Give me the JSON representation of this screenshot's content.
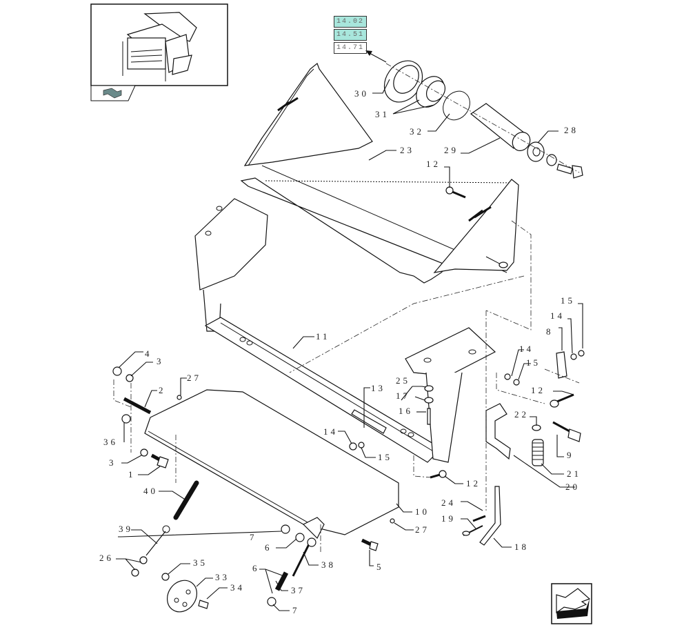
{
  "diagram": {
    "type": "exploded-parts-diagram",
    "reference_links": [
      {
        "label": "14.02",
        "highlighted": true
      },
      {
        "label": "14.51",
        "highlighted": true
      },
      {
        "label": "14.71",
        "highlighted": false
      }
    ],
    "colors": {
      "highlight": "#a8e6dc",
      "line": "#111111",
      "background": "#ffffff"
    },
    "overview_thumbnail": {
      "icon": "machine-overview-icon",
      "nav_icon": "previous-page-arrow-icon"
    },
    "next_page_icon": "next-page-arrow-icon",
    "callouts": [
      {
        "id": "c30",
        "label": "30"
      },
      {
        "id": "c31",
        "label": "31"
      },
      {
        "id": "c32",
        "label": "32"
      },
      {
        "id": "c28",
        "label": "28"
      },
      {
        "id": "c29",
        "label": "29"
      },
      {
        "id": "c23",
        "label": "23"
      },
      {
        "id": "c12a",
        "label": "12"
      },
      {
        "id": "c11",
        "label": "11"
      },
      {
        "id": "c15a",
        "label": "15"
      },
      {
        "id": "c14a",
        "label": "14"
      },
      {
        "id": "c8",
        "label": "8"
      },
      {
        "id": "c14b",
        "label": "14"
      },
      {
        "id": "c15b",
        "label": "15"
      },
      {
        "id": "c12b",
        "label": "12"
      },
      {
        "id": "c4",
        "label": "4"
      },
      {
        "id": "c3a",
        "label": "3"
      },
      {
        "id": "c27a",
        "label": "27"
      },
      {
        "id": "c2",
        "label": "2"
      },
      {
        "id": "c36",
        "label": "36"
      },
      {
        "id": "c3b",
        "label": "3"
      },
      {
        "id": "c1",
        "label": "1"
      },
      {
        "id": "c13",
        "label": "13"
      },
      {
        "id": "c25",
        "label": "25"
      },
      {
        "id": "c17",
        "label": "17"
      },
      {
        "id": "c16",
        "label": "16"
      },
      {
        "id": "c14c",
        "label": "14"
      },
      {
        "id": "c15c",
        "label": "15"
      },
      {
        "id": "c22",
        "label": "22"
      },
      {
        "id": "c9",
        "label": "9"
      },
      {
        "id": "c21",
        "label": "21"
      },
      {
        "id": "c20",
        "label": "20"
      },
      {
        "id": "c12c",
        "label": "12"
      },
      {
        "id": "c40",
        "label": "40"
      },
      {
        "id": "c10",
        "label": "10"
      },
      {
        "id": "c24",
        "label": "24"
      },
      {
        "id": "c19",
        "label": "19"
      },
      {
        "id": "c18",
        "label": "18"
      },
      {
        "id": "c39",
        "label": "39"
      },
      {
        "id": "c7a",
        "label": "7"
      },
      {
        "id": "c6a",
        "label": "6"
      },
      {
        "id": "c27b",
        "label": "27"
      },
      {
        "id": "c38",
        "label": "38"
      },
      {
        "id": "c5",
        "label": "5"
      },
      {
        "id": "c26",
        "label": "26"
      },
      {
        "id": "c35",
        "label": "35"
      },
      {
        "id": "c33",
        "label": "33"
      },
      {
        "id": "c34",
        "label": "34"
      },
      {
        "id": "c6b",
        "label": "6"
      },
      {
        "id": "c37",
        "label": "37"
      },
      {
        "id": "c7b",
        "label": "7"
      }
    ]
  }
}
